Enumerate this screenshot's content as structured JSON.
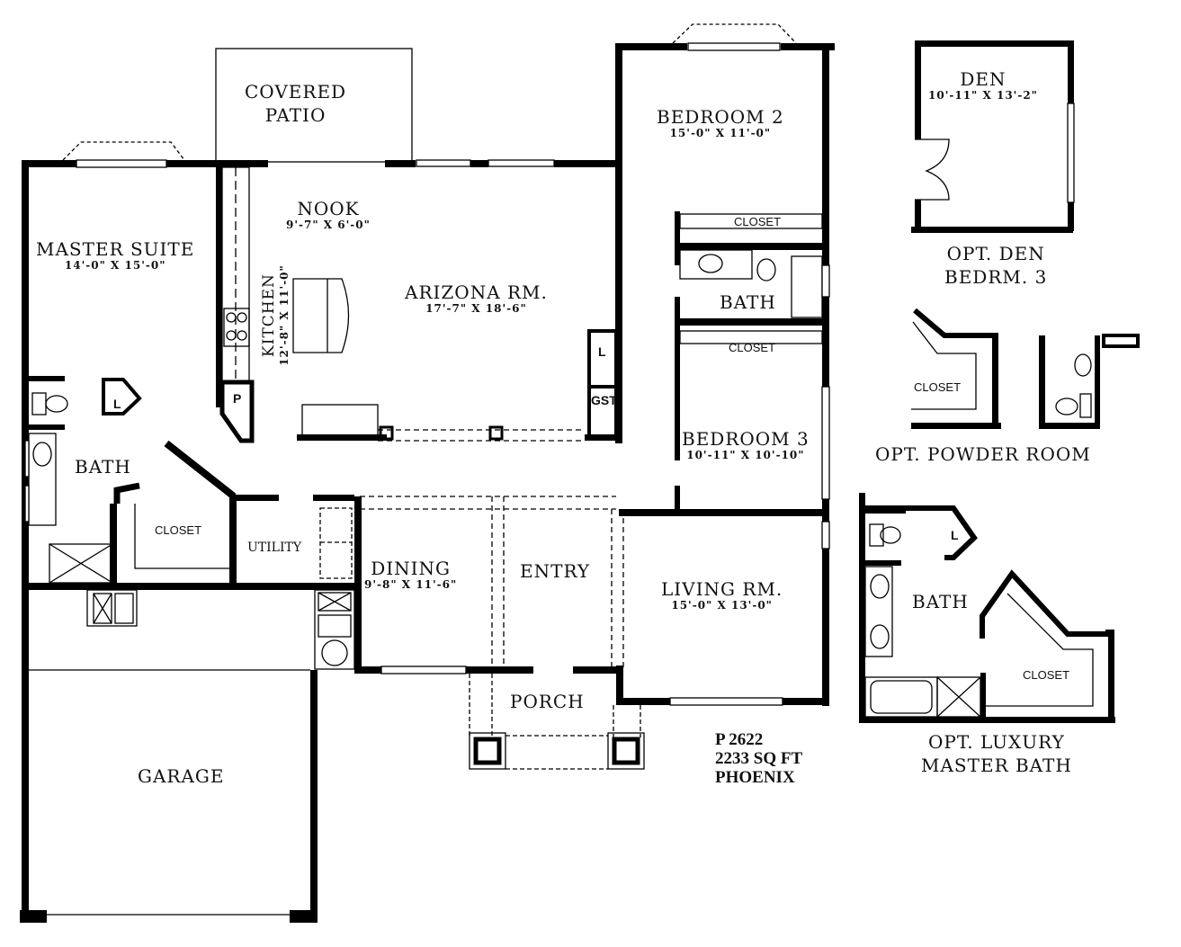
{
  "plan": {
    "plan_number": "P 2622",
    "square_feet": "2233 SQ FT",
    "model_name": "PHOENIX"
  },
  "rooms": {
    "covered_patio": {
      "line1": "COVERED",
      "line2": "PATIO"
    },
    "nook": {
      "name": "NOOK",
      "dims": "9'-7\" X 6'-0\""
    },
    "master_suite": {
      "name": "MASTER SUITE",
      "dims": "14'-0\" X 15'-0\""
    },
    "kitchen": {
      "name": "KITCHEN",
      "dims": "12'-8\" X 11'-0\""
    },
    "arizona_room": {
      "name": "ARIZONA RM.",
      "dims": "17'-7\" X 18'-6\""
    },
    "bedroom2": {
      "name": "BEDROOM 2",
      "dims": "15'-0\" X 11'-0\""
    },
    "bedroom2_closet": "CLOSET",
    "hall_bath": "BATH",
    "bedroom3_closet": "CLOSET",
    "bedroom3": {
      "name": "BEDROOM 3",
      "dims": "10'-11\" X 10'-10\""
    },
    "master_bath": "BATH",
    "master_closet": "CLOSET",
    "utility": "UTILITY",
    "dining": {
      "name": "DINING",
      "dims": "9'-8\" X 11'-6\""
    },
    "entry": "ENTRY",
    "living_room": {
      "name": "LIVING RM.",
      "dims": "15'-0\" X 13'-0\""
    },
    "porch": "PORCH",
    "garage": "GARAGE",
    "pantry_tag": "P",
    "linen_tag": "L",
    "guest_closet_tag": "GST",
    "master_linen_tag": "L"
  },
  "options": {
    "den": {
      "name": "DEN",
      "dims": "10'-11\" X 13'-2\"",
      "caption1": "OPT. DEN",
      "caption2": "BEDRM. 3"
    },
    "powder_room": {
      "closet": "CLOSET",
      "caption": "OPT. POWDER ROOM"
    },
    "luxury_bath": {
      "bath": "BATH",
      "closet": "CLOSET",
      "linen_tag": "L",
      "caption1": "OPT. LUXURY",
      "caption2": "MASTER BATH"
    }
  }
}
